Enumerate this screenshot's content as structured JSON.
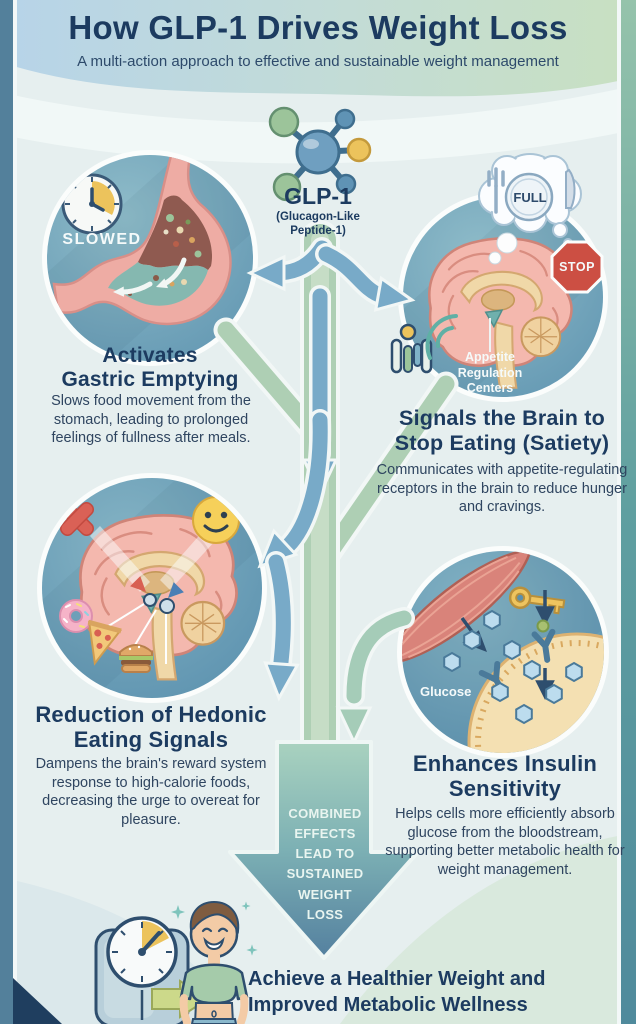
{
  "header": {
    "title": "How GLP-1 Drives Weight Loss",
    "subtitle": "A multi-action approach to effective and sustainable weight management"
  },
  "molecule": {
    "name": "GLP-1",
    "full_name": "(Glucagon-Like\nPeptide-1)"
  },
  "sections": {
    "gastric": {
      "badge": "SLOWED",
      "title": "Activates\nGastric Emptying",
      "body": "Slows food movement from the stomach, leading to prolonged feelings of fullness after meals."
    },
    "satiety": {
      "thought_label": "FULL",
      "stop_sign": "STOP",
      "brain_label": "Appetite\nRegulation\nCenters",
      "title": "Signals the Brain to\nStop Eating (Satiety)",
      "body": "Communicates with appetite-regulating receptors in the brain to reduce hunger and cravings."
    },
    "hedonic": {
      "title": "Reduction of Hedonic\nEating Signals",
      "body": "Dampens the brain's reward system response to high-calorie foods, decreasing the urge to overeat for pleasure."
    },
    "insulin": {
      "circle_label": "Glucose",
      "title": "Enhances Insulin\nSensitivity",
      "body": "Helps cells more efficiently absorb glucose from the bloodstream, supporting better metabolic health for weight management."
    }
  },
  "combined_arrow": {
    "label": "COMBINED\nEFFECTS\nLEAD TO\nSUSTAINED\nWEIGHT\nLOSS"
  },
  "footer": {
    "title": "Achieve a Healthier Weight and\nImproved Metabolic Wellness"
  },
  "colors": {
    "heading_navy": "#1c3b60",
    "body_navy": "#2f4560",
    "circle_teal": "#6fa3bd",
    "arrow_blue": "#78aac8",
    "arrow_green": "#aecfb4",
    "stop_red": "#cc4f43",
    "accent_yellow": "#ecc35c",
    "brain_pink": "#f4b8ae",
    "muscle_red": "#d9837a"
  }
}
